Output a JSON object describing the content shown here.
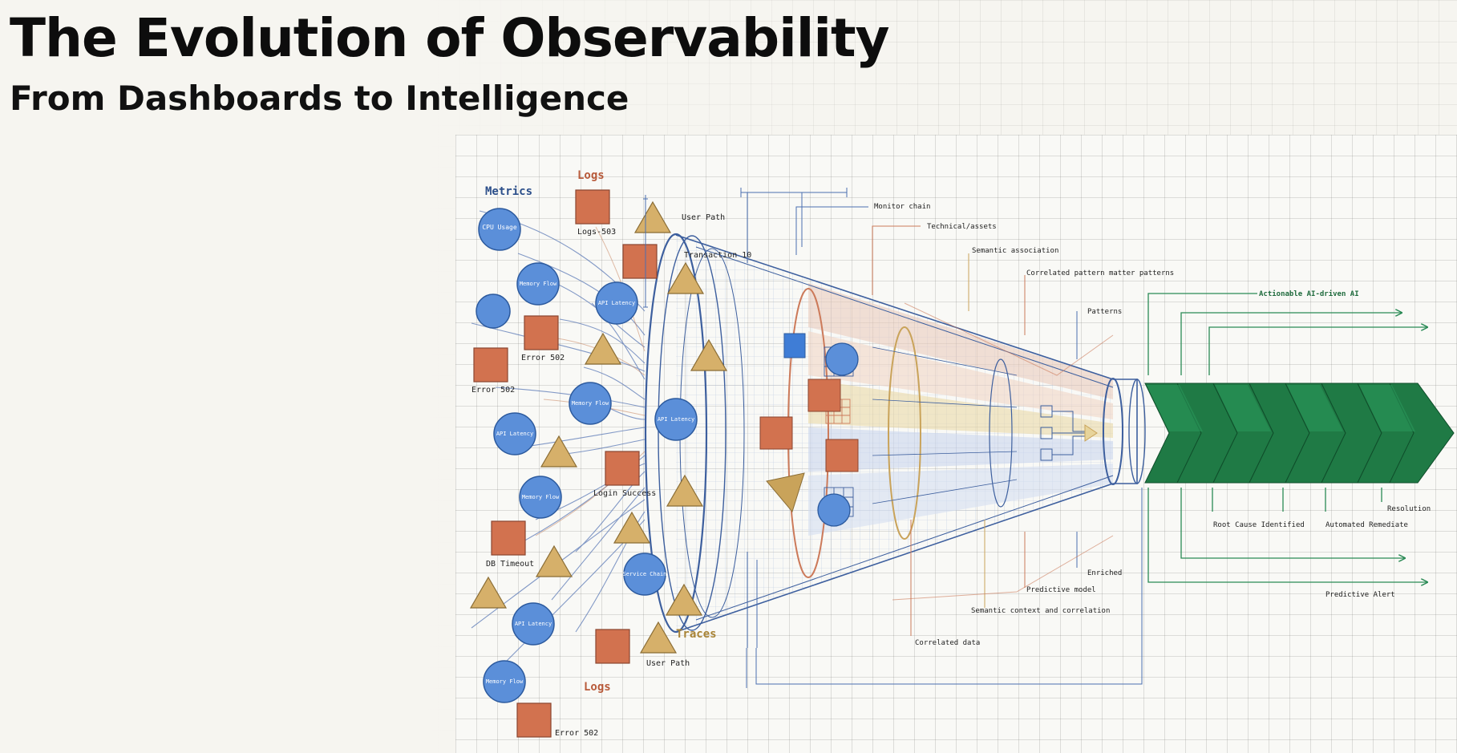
{
  "title": "The Evolution of Observability",
  "subtitle": "From Dashboards to Intelligence",
  "colors": {
    "metric_blue": "#5b8fd9",
    "log_red": "#d2724f",
    "trace_gold": "#c9a35a",
    "outcome_green": "#1f7a45",
    "funnel_blue": "#3d5f9e"
  },
  "input_labels": {
    "metrics": "Metrics",
    "logs_top": "Logs",
    "logs_bottom": "Logs",
    "traces": "Traces"
  },
  "items": {
    "cpu_usage": "CPU Usage",
    "memory_flow_1": "Memory Flow",
    "memory_flow_2": "Memory Flow",
    "memory_flow_3": "Memory Flow",
    "memory_flow_4": "Memory Flow",
    "api_latency_1": "API Latency",
    "api_latency_2": "API Latency",
    "api_latency_3": "API Latency",
    "api_latency_4": "API Latency",
    "service_chain": "Service Chain",
    "logs_503": "Logs-503",
    "user_path_top": "User Path",
    "transaction_10": "Transaction 10",
    "error_502_a": "Error 502",
    "error_502_b": "Error 502",
    "error_502_c": "Error 502",
    "login_success": "Login Success",
    "db_timeout": "DB Timeout",
    "user_path_bottom": "User Path"
  },
  "annotations": {
    "monitor_chain": "Monitor chain",
    "technical_assets": "Technical/assets",
    "semantic_association": "Semantic association",
    "correlated_pattern": "Correlated pattern matter patterns",
    "patterns": "Patterns",
    "enriched": "Enriched",
    "predictive_model": "Predictive model",
    "semantic_context": "Semantic context and correlation",
    "correlated_data": "Correlated data"
  },
  "outcomes": {
    "actionable_ai": "Actionable AI-driven AI",
    "root_cause": "Root Cause Identified",
    "automated_remediate": "Automated Remediate",
    "resolution": "Resolution",
    "predictive_alert": "Predictive Alert"
  }
}
